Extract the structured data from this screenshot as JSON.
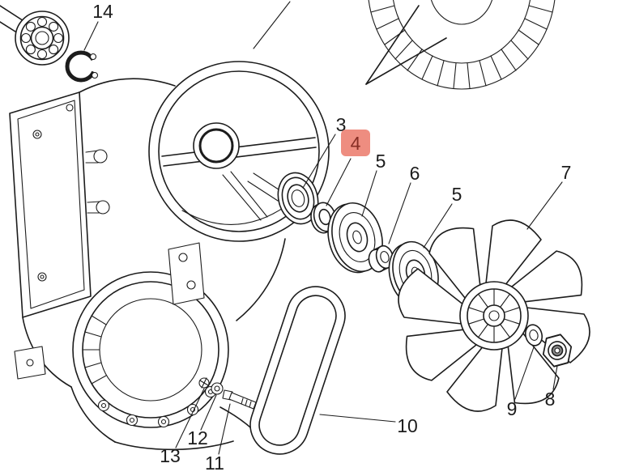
{
  "colors": {
    "ink": "#1c1c1c",
    "paper": "#ffffff",
    "highlight-fill": "#ee8d80",
    "highlight-text": "#872e25"
  },
  "diagram": {
    "kind": "exploded-parts-diagram",
    "highlight": {
      "part": "4"
    },
    "labels": {
      "l3": "3",
      "l4": "4",
      "l5a": "5",
      "l5b": "5",
      "l6": "6",
      "l7": "7",
      "l8": "8",
      "l9": "9",
      "l10": "10",
      "l11": "11",
      "l12": "12",
      "l13": "13",
      "l14": "14"
    }
  }
}
